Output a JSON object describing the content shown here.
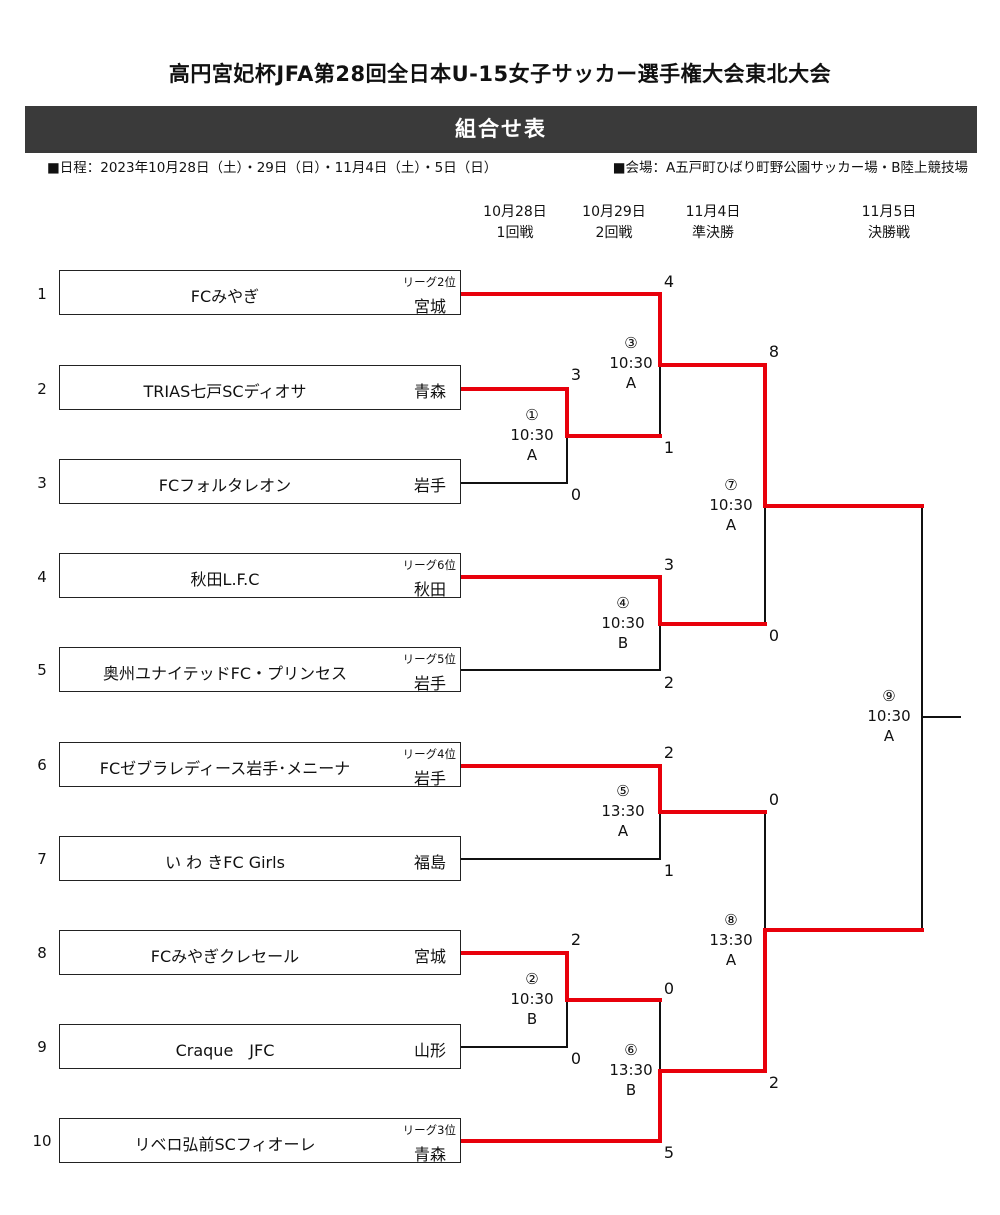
{
  "title": "高円宮妃杯JFA第28回全日本U-15女子サッカー選手権大会東北大会",
  "banner": "組合せ表",
  "schedule": "■日程：2023年10月28日（土）・29日（日）・11月4日（土）・5日（日）",
  "venue": "■会場：A五戸町ひばり町野公園サッカー場・B陸上競技場",
  "rounds": [
    {
      "date": "10月28日",
      "name": "1回戦"
    },
    {
      "date": "10月29日",
      "name": "2回戦"
    },
    {
      "date": "11月4日",
      "name": "準決勝"
    },
    {
      "date": "11月5日",
      "name": "決勝戦"
    }
  ],
  "teams": [
    {
      "no": "1",
      "name": "FCみやぎ",
      "league": "リーグ2位",
      "pref": "宮城"
    },
    {
      "no": "2",
      "name": "TRIAS七戸SCディオサ",
      "league": "",
      "pref": "青森"
    },
    {
      "no": "3",
      "name": "FCフォルタレオン",
      "league": "",
      "pref": "岩手"
    },
    {
      "no": "4",
      "name": "秋田L.F.C",
      "league": "リーグ6位",
      "pref": "秋田"
    },
    {
      "no": "5",
      "name": "奥州ユナイテッドFC・プリンセス",
      "league": "リーグ5位",
      "pref": "岩手"
    },
    {
      "no": "6",
      "name": "FCゼブラレディース岩手･メニーナ",
      "league": "リーグ4位",
      "pref": "岩手"
    },
    {
      "no": "7",
      "name": "い わ きFC Girls",
      "league": "",
      "pref": "福島"
    },
    {
      "no": "8",
      "name": "FCみやぎクレセール",
      "league": "",
      "pref": "宮城"
    },
    {
      "no": "9",
      "name": "Craque　JFC",
      "league": "",
      "pref": "山形"
    },
    {
      "no": "10",
      "name": "リベロ弘前SCフィオーレ",
      "league": "リーグ3位",
      "pref": "青森"
    }
  ],
  "matches": [
    {
      "id": "①",
      "time": "10:30",
      "venue": "A",
      "top_score": "3",
      "bottom_score": "0"
    },
    {
      "id": "②",
      "time": "10:30",
      "venue": "B",
      "top_score": "2",
      "bottom_score": "0"
    },
    {
      "id": "③",
      "time": "10:30",
      "venue": "A",
      "top_score": "4",
      "bottom_score": "1"
    },
    {
      "id": "④",
      "time": "10:30",
      "venue": "B",
      "top_score": "3",
      "bottom_score": "2"
    },
    {
      "id": "⑤",
      "time": "13:30",
      "venue": "A",
      "top_score": "2",
      "bottom_score": "1"
    },
    {
      "id": "⑥",
      "time": "13:30",
      "venue": "B",
      "top_score": "0",
      "bottom_score": "5"
    },
    {
      "id": "⑦",
      "time": "10:30",
      "venue": "A",
      "top_score": "8",
      "bottom_score": "0"
    },
    {
      "id": "⑧",
      "time": "13:30",
      "venue": "A",
      "top_score": "0",
      "bottom_score": "2"
    },
    {
      "id": "⑨",
      "time": "10:30",
      "venue": "A",
      "top_score": "",
      "bottom_score": ""
    }
  ],
  "colors": {
    "winner_line": "#e8000b",
    "loser_line": "#111111",
    "banner_bg": "#3a3a3a"
  }
}
